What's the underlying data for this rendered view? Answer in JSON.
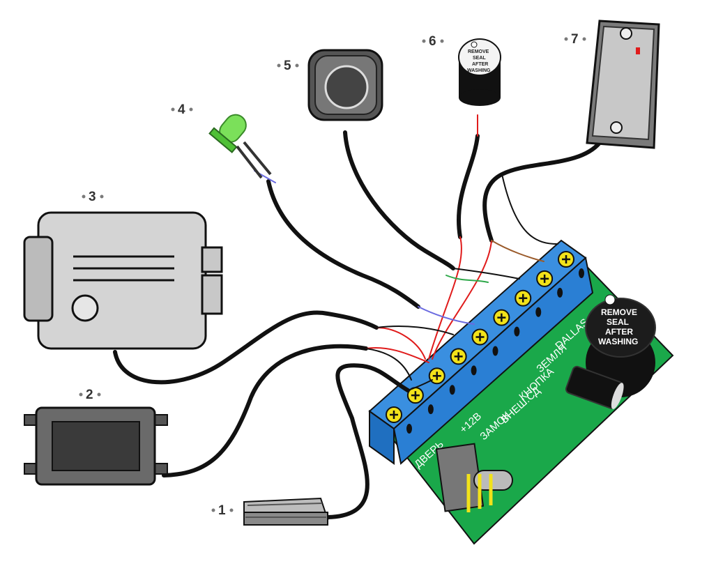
{
  "components": [
    {
      "number": "1",
      "kind": "reed-switch"
    },
    {
      "number": "2",
      "kind": "power-supply"
    },
    {
      "number": "3",
      "kind": "electric-lock"
    },
    {
      "number": "4",
      "kind": "led-indicator"
    },
    {
      "number": "5",
      "kind": "exit-button"
    },
    {
      "number": "6",
      "kind": "buzzer"
    },
    {
      "number": "7",
      "kind": "key-reader"
    }
  ],
  "board": {
    "terminal_labels": [
      "ДВЕРЬ",
      "+12В",
      "ЗАМОК",
      "ВНЕШ.СД",
      "КНОПКА",
      "ЗЕМЛЯ",
      "DALLAS"
    ],
    "buzzer_seal_text": [
      "REMOVE",
      "SEAL",
      "AFTER",
      "WASHING"
    ]
  },
  "external_buzzer": {
    "seal_text": [
      "REMOVE",
      "SEAL",
      "AFTER",
      "WASHING"
    ]
  },
  "colors": {
    "pcb": "#1aa84a",
    "terminal_block": "#2a7fd4",
    "screw": "#f2e21a",
    "wire_black": "#111111",
    "wire_red": "#e01b1b",
    "wire_green": "#2fa84a",
    "wire_blue": "#6a6ae0",
    "wire_brown": "#9a5a2a",
    "device_grey": "#c8c8c8",
    "led_green": "#7be05a"
  }
}
